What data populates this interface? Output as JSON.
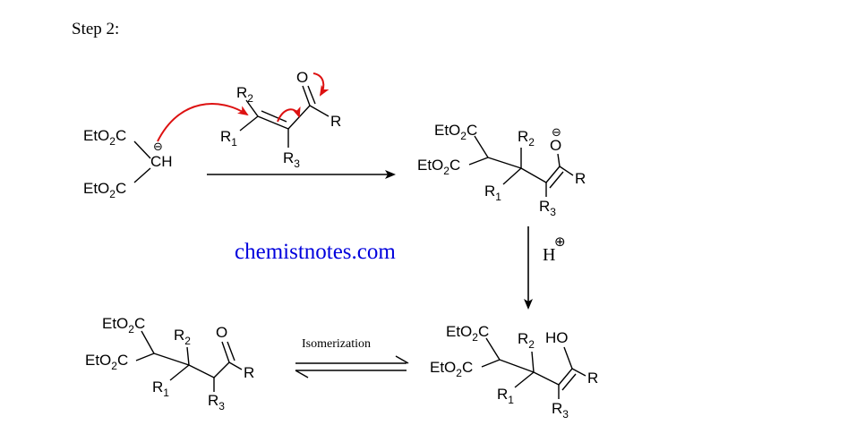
{
  "title": "Step 2:",
  "watermark": "chemistnotes.com",
  "watermark_color": "#0000dd",
  "arrow_color": "#dd1111",
  "protonation": {
    "label": "H",
    "charge": "⊕"
  },
  "equilibrium": {
    "label": "Isomerization"
  },
  "atoms": {
    "eto2c": "EtO",
    "two": "2",
    "c": "C",
    "ch": "CH",
    "o": "O",
    "ho": "HO",
    "r": "R",
    "r1": "R",
    "r1_sub": "1",
    "r2": "R",
    "r2_sub": "2",
    "r3": "R",
    "r3_sub": "3",
    "neg": "⊖"
  }
}
